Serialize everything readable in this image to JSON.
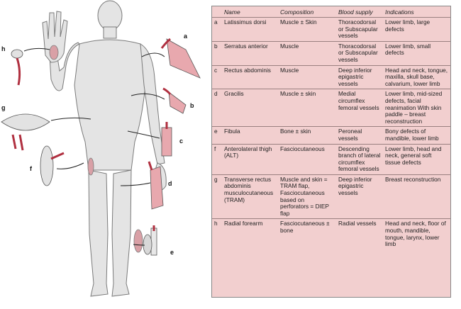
{
  "figure": {
    "labels": [
      "a",
      "b",
      "c",
      "d",
      "e",
      "f",
      "g",
      "h"
    ]
  },
  "table": {
    "headers": [
      "Name",
      "Composition",
      "Blood supply",
      "Indications"
    ],
    "rows": [
      {
        "key": "a",
        "name": "Latissimus dorsi",
        "composition": "Muscle ± Skin",
        "blood": "Thoracodorsal or Subscapular vessels",
        "indications": "Lower limb, large defects"
      },
      {
        "key": "b",
        "name": "Serratus anterior",
        "composition": "Muscle",
        "blood": "Thoracodorsal or Subscapular vessels",
        "indications": "Lower limb, small defects"
      },
      {
        "key": "c",
        "name": "Rectus abdominis",
        "composition": "Muscle",
        "blood": "Deep inferior epigastric vessels",
        "indications": "Head and neck, tongue, maxilla, skull base, calvarium, lower limb"
      },
      {
        "key": "d",
        "name": "Gracilis",
        "composition": "Muscle ± skin",
        "blood": "Medial circumflex femoral vessels",
        "indications": "Lower limb, mid-sized defects, facial reanimation With skin paddle – breast reconstruction"
      },
      {
        "key": "e",
        "name": "Fibula",
        "composition": "Bone ± skin",
        "blood": "Peroneal vessels",
        "indications": "Bony defects of mandible, lower limb"
      },
      {
        "key": "f",
        "name": "Anterolateral thigh (ALT)",
        "composition": "Fasciocutaneous",
        "blood": "Descending branch of lateral circumflex femoral vessels",
        "indications": "Lower limb, head and neck, general soft tissue defects"
      },
      {
        "key": "g",
        "name": "Transverse rectus abdominis musculocutaneous (TRAM)",
        "composition": "Muscle and skin = TRAM flap, Fasciocutaneous based on perforators = DIEP flap",
        "blood": "Deep inferior epigastric vessels",
        "indications": "Breast reconstruction"
      },
      {
        "key": "h",
        "name": "Radial forearm",
        "composition": "Fasciocutaneous ± bone",
        "blood": "Radial vessels",
        "indications": "Head and neck, floor of mouth, mandible, tongue, larynx, lower limb"
      }
    ]
  }
}
